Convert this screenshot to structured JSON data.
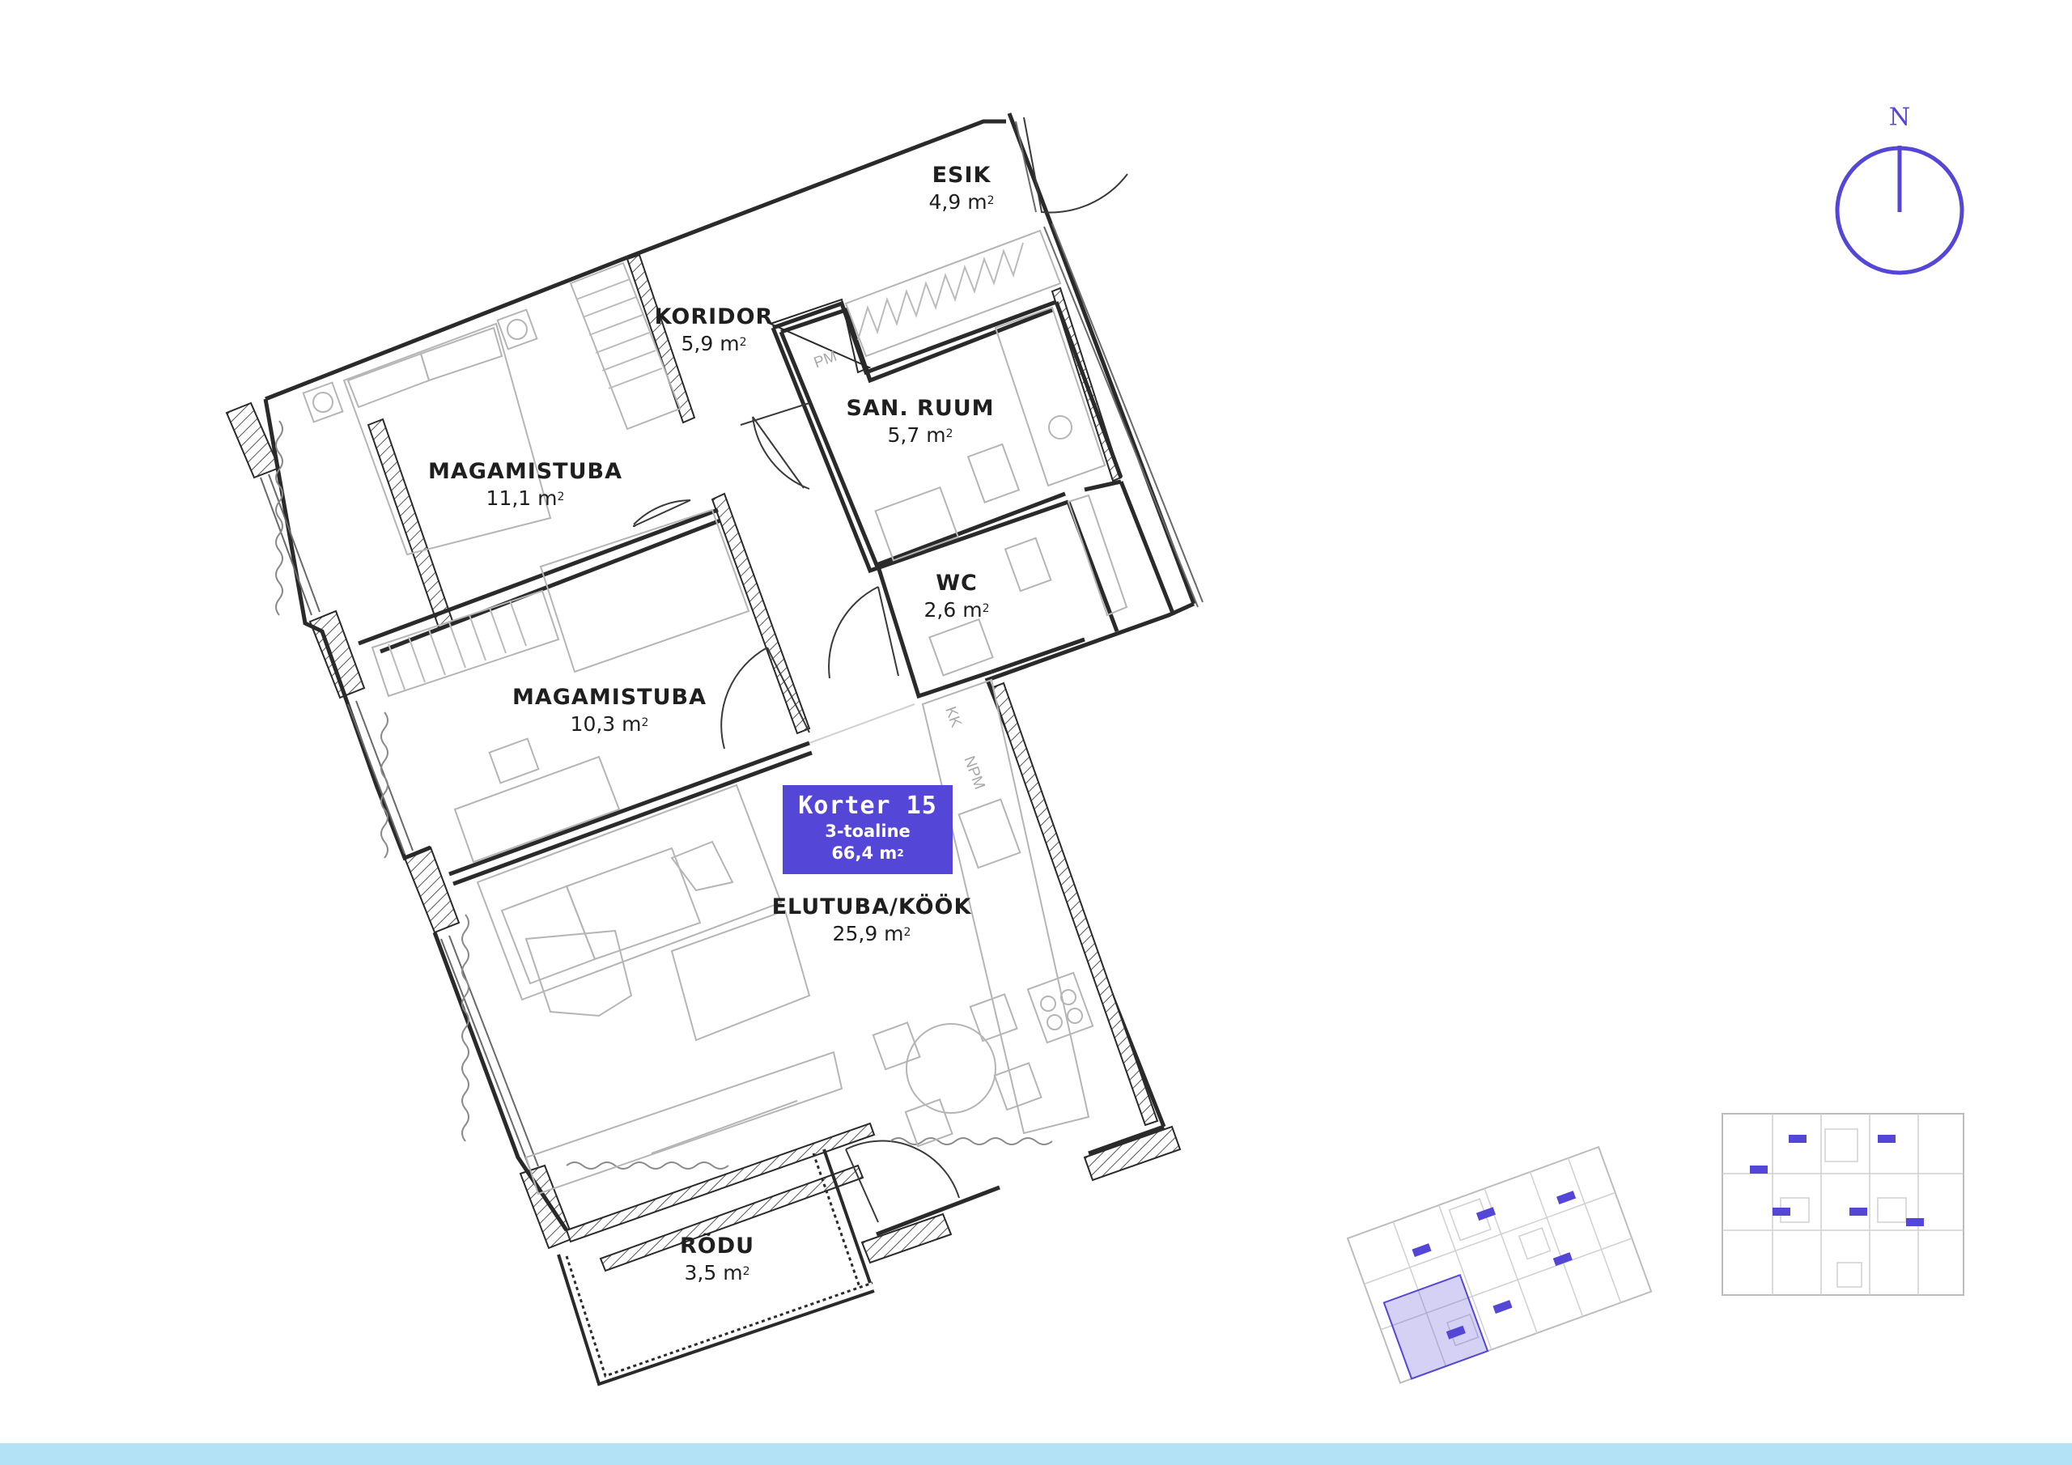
{
  "colors": {
    "accent": "#5446d6",
    "wall": "#2a2a2a",
    "furniture": "#b5b5b5",
    "bar": "#b3e2f6"
  },
  "rooms": {
    "esik": {
      "name": "ESIK",
      "area": "4,9 m",
      "unit": "2"
    },
    "koridor": {
      "name": "KORIDOR",
      "area": "5,9 m",
      "unit": "2"
    },
    "sanruum": {
      "name": "SAN. RUUM",
      "area": "5,7 m",
      "unit": "2"
    },
    "magamistuba1": {
      "name": "MAGAMISTUBA",
      "area": "11,1 m",
      "unit": "2"
    },
    "wc": {
      "name": "WC",
      "area": "2,6 m",
      "unit": "2"
    },
    "magamistuba2": {
      "name": "MAGAMISTUBA",
      "area": "10,3 m",
      "unit": "2"
    },
    "elutuba": {
      "name": "ELUTUBA/KÖÖK",
      "area": "25,9 m",
      "unit": "2"
    },
    "rodu": {
      "name": "RÕDU",
      "area": "3,5 m",
      "unit": "2"
    }
  },
  "fixtures": {
    "pm": "PM",
    "kk": "KK",
    "npm": "NPM"
  },
  "unit": {
    "title": "Korter 15",
    "rooms": "3-toaline",
    "area": "66,4 m",
    "unit": "2"
  },
  "compass": {
    "label": "N",
    "icon": "north-arrow-icon"
  }
}
